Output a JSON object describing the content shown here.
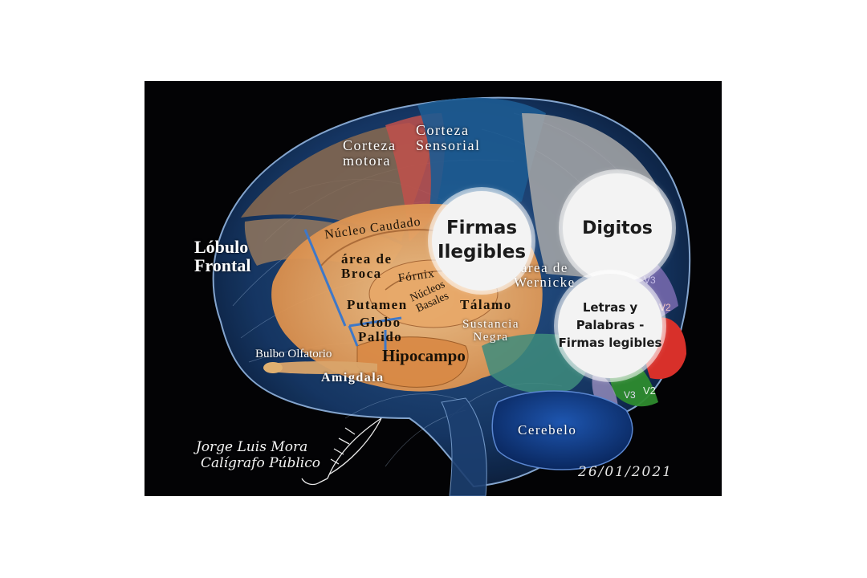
{
  "labels": {
    "corteza_motora": "Corteza\nmotora",
    "corteza_sensorial": "Corteza\nSensorial",
    "lobulo_frontal": "Lóbulo\nFrontal",
    "nucleo_caudado": "Núcleo Caudado",
    "area_broca": "área de\nBroca",
    "fornix": "Fórnix",
    "nucleos_basales": "Núcleos\nBasales",
    "putamen": "Putamen",
    "talamo": "Tálamo",
    "globo_palido": "Globo\nPalido",
    "sustancia_negra": "Sustancia\nNegra",
    "area_wernicke": "área de\nWernicke",
    "bulbo_olfatorio": "Bulbo Olfatorio",
    "hipocampo": "Hipocampo",
    "amigdala": "Amigdala",
    "cerebelo": "Cerebelo"
  },
  "visual_areas": [
    "V3",
    "V2",
    "V3",
    "V2",
    "V3"
  ],
  "bubbles": {
    "firmas_ilegibles": "Firmas\nIlegibles",
    "digitos": "Digitos",
    "letras_palabras": "Letras y\nPalabras -\nFirmas legibles"
  },
  "signature": {
    "name": "Jorge Luis Mora",
    "title": "Calígrafo Público",
    "date": "26/01/2021"
  },
  "colors": {
    "background": "#030305",
    "cortex_brown": "#8a6a4f",
    "motor_red": "#c0504b",
    "sensory_blue": "#1d5b91",
    "basal_orange": "#e6a060",
    "occipital_gray": "#a8a8a8",
    "cerebellum_blue": "#103a80",
    "temporal_teal": "#3e8c7c",
    "visual_red": "#d8302a",
    "visual_green": "#2e8b2e",
    "visual_purple": "#7a6bb0"
  }
}
